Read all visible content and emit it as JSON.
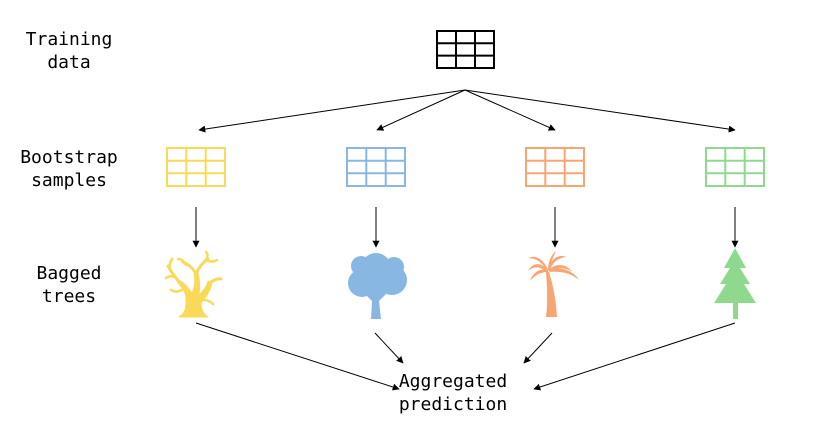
{
  "labels": {
    "training": [
      "Training",
      "data"
    ],
    "bootstrap": [
      "Bootstrap",
      "samples"
    ],
    "bagged": [
      "Bagged",
      "trees"
    ],
    "aggregated": [
      "Aggregated",
      "prediction"
    ]
  },
  "colors": {
    "line": "#000000",
    "samples": [
      "#f9d958",
      "#88b7e4",
      "#f8a574",
      "#8fd98f"
    ]
  },
  "trees": [
    {
      "kind": "bare-tree-icon",
      "color": "#f9d958"
    },
    {
      "kind": "deciduous-tree-icon",
      "color": "#88b7e4"
    },
    {
      "kind": "palm-tree-icon",
      "color": "#f8a574"
    },
    {
      "kind": "pine-tree-icon",
      "color": "#8fd98f"
    }
  ]
}
